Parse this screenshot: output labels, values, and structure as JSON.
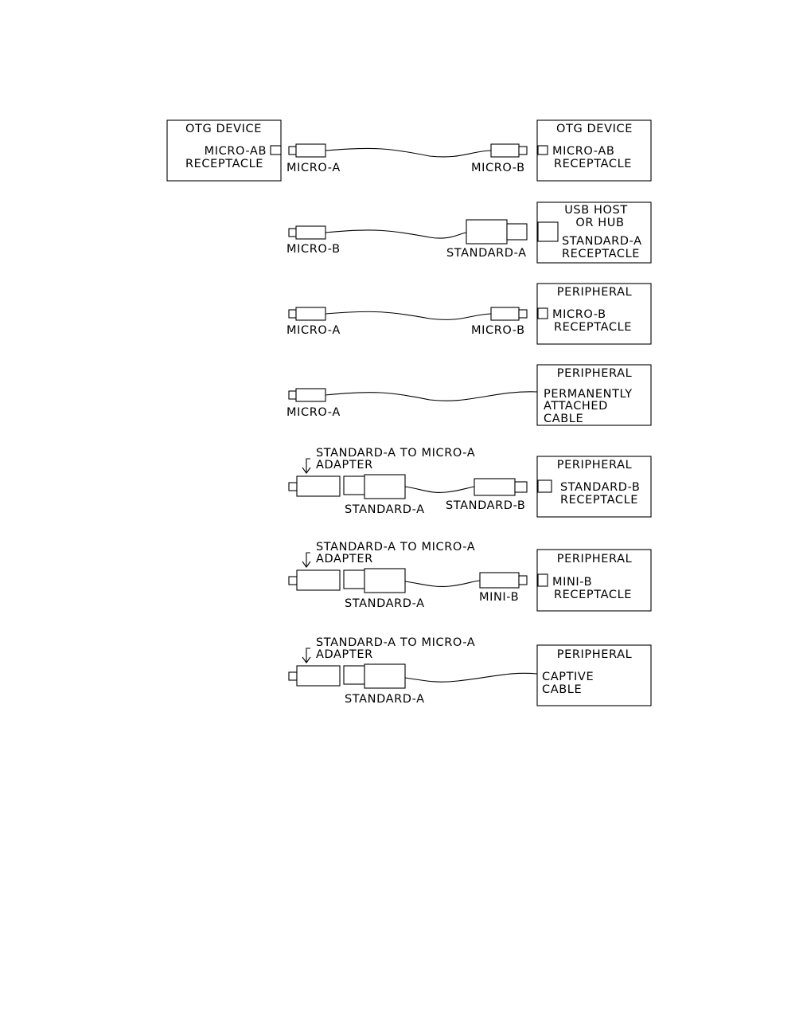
{
  "rows": [
    {
      "left_box": {
        "title": "OTG DEVICE",
        "line1": "MICRO-AB",
        "line2": "RECEPTACLE"
      },
      "plug_left": "MICRO-A",
      "plug_right": "MICRO-B",
      "right_box": {
        "title": "OTG DEVICE",
        "line1": "MICRO-AB",
        "line2": "RECEPTACLE"
      }
    },
    {
      "plug_left": "MICRO-B",
      "plug_right": "STANDARD-A",
      "right_box": {
        "title": "USB HOST",
        "title2": "OR HUB",
        "line1": "STANDARD-A",
        "line2": "RECEPTACLE"
      }
    },
    {
      "plug_left": "MICRO-A",
      "plug_right": "MICRO-B",
      "right_box": {
        "title": "PERIPHERAL",
        "line1": "MICRO-B",
        "line2": "RECEPTACLE"
      }
    },
    {
      "plug_left": "MICRO-A",
      "right_box": {
        "title": "PERIPHERAL",
        "line1": "PERMANENTLY",
        "line2": "ATTACHED",
        "line3": "CABLE"
      }
    },
    {
      "adapter_label": "STANDARD-A TO MICRO-A",
      "adapter_label2": "ADAPTER",
      "plug_left": "STANDARD-A",
      "plug_right": "STANDARD-B",
      "right_box": {
        "title": "PERIPHERAL",
        "line1": "STANDARD-B",
        "line2": "RECEPTACLE"
      }
    },
    {
      "adapter_label": "STANDARD-A TO MICRO-A",
      "adapter_label2": "ADAPTER",
      "plug_left": "STANDARD-A",
      "plug_right": "MINI-B",
      "right_box": {
        "title": "PERIPHERAL",
        "line1": "MINI-B",
        "line2": "RECEPTACLE"
      }
    },
    {
      "adapter_label": "STANDARD-A TO MICRO-A",
      "adapter_label2": "ADAPTER",
      "plug_left": "STANDARD-A",
      "right_box": {
        "title": "PERIPHERAL",
        "line1": "CAPTIVE",
        "line2": "CABLE"
      }
    }
  ]
}
